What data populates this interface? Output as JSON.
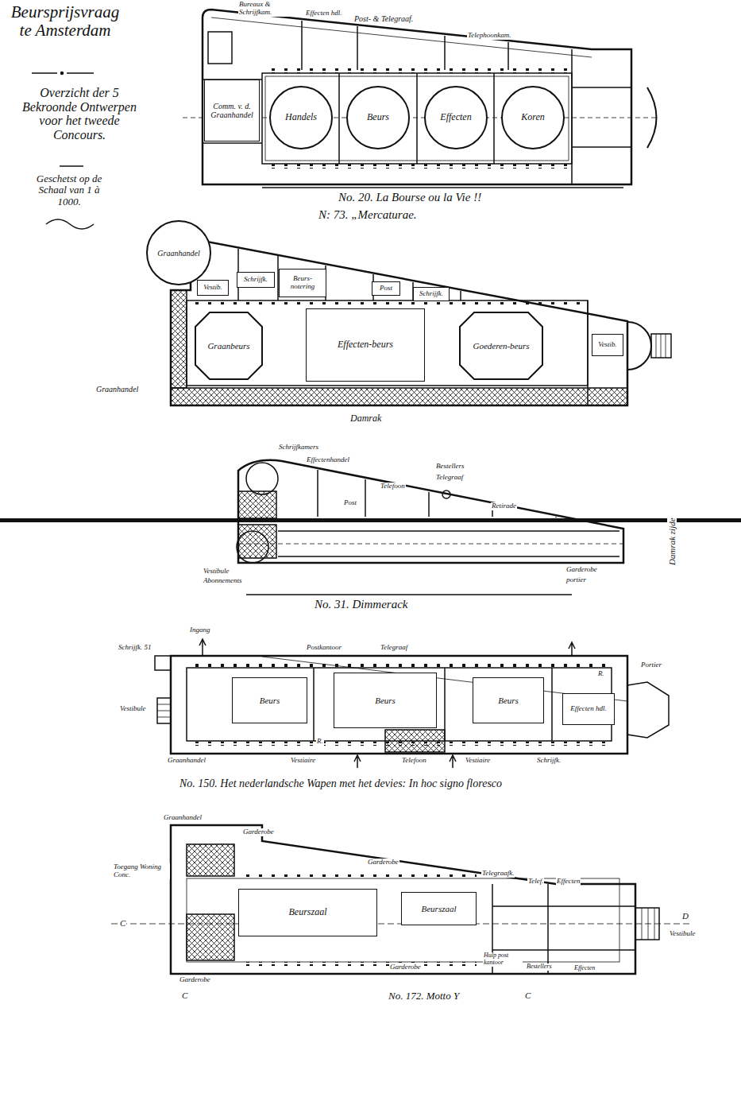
{
  "diagram": {
    "title": "Beursprijsvraag te Amsterdam",
    "nodes": [
      {
        "text": [
          "Comm. v. d. Graanhandel"
        ]
      },
      {
        "text": [
          "Handels"
        ]
      },
      {
        "text": [
          "Beurs"
        ]
      },
      {
        "text": [
          "Effecten"
        ]
      },
      {
        "text": [
          "Koren"
        ]
      },
      {
        "text": [
          "Graanhandel"
        ]
      },
      {
        "text": [
          "Vestib."
        ]
      },
      {
        "text": [
          "Schrijfk."
        ]
      },
      {
        "text": [
          "Beurs-notering"
        ]
      },
      {
        "text": [
          "Post"
        ]
      },
      {
        "text": [
          "Schrijfk."
        ]
      },
      {
        "text": [
          "Graanbeurs"
        ]
      },
      {
        "text": [
          "Effecten-beurs"
        ]
      },
      {
        "text": [
          "Goederen-beurs"
        ]
      },
      {
        "text": [
          "Vestib."
        ]
      },
      {
        "text": [
          "Beurs"
        ]
      },
      {
        "text": [
          "Beurs"
        ]
      },
      {
        "text": [
          "Beurs"
        ]
      },
      {
        "text": [
          "Effecten hdl."
        ]
      },
      {
        "text": [
          "Beurszaal"
        ]
      },
      {
        "text": [
          "Beurszaal"
        ]
      }
    ],
    "labels": [
      "Overzicht der 5 Bekroonde Ontwerpen voor het tweede Concours.",
      "Geschetst op de Schaal van 1 à 1000.",
      "Bureaux & Schrijfkam.",
      "Effecten hdl.",
      "Post- & Telegraaf.",
      "Telephoonkam.",
      "No. 20. La Bourse ou la Vie !!",
      "N: 73. „Mercaturae.",
      "Graanhandel",
      "Damrak",
      "Damrak zijde",
      "Schrijfkamers",
      "Effectenhandel",
      "Bestellers",
      "Telefoon",
      "Telegraaf",
      "Post",
      "Retirade",
      "Vestibule",
      "Abonnements",
      "Garderobe",
      "portier",
      "No. 31. Dimmerack",
      "Ingang",
      "Schrijfk. 51",
      "Postkantoor",
      "Telegraaf",
      "Portier",
      "Vestibule",
      "Graanhandel",
      "Vestiaire",
      "Telefoon",
      "Vestiaire",
      "Schrijfk.",
      "No. 150. Het nederlandsche Wapen met het devies: In hoc signo floresco",
      "R.",
      "R.",
      "Graanhandel",
      "Garderobe",
      "Garderobe",
      "Telegraafk.",
      "Telef.",
      "Effecten",
      "Toegang Woning Conc.",
      "C",
      "D",
      "Vestibule",
      "Garderobe",
      "Garderobe",
      "Hulp post kantoor",
      "Bestellers",
      "Effecten",
      "C",
      "No. 172. Motto Y",
      "C"
    ]
  }
}
